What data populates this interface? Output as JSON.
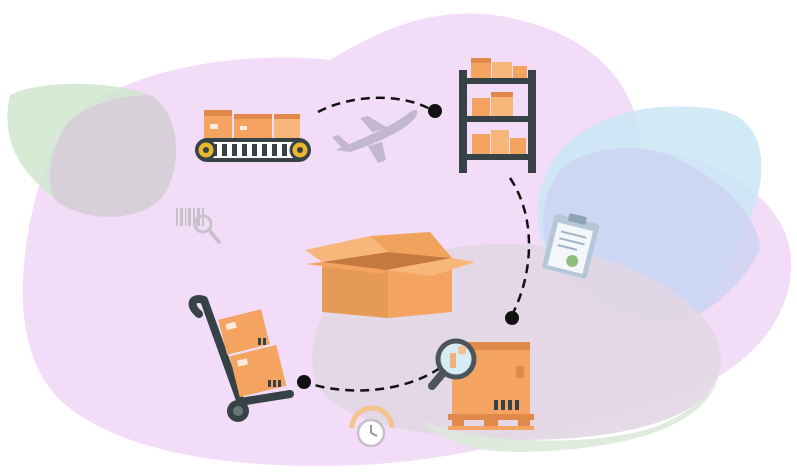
{
  "colors": {
    "background": "#ffffff",
    "blob_pink": "#f3dcf7",
    "blob_green": "#d6ecd6",
    "blob_blue": "#c9e6f4",
    "box_orange": "#f4a460",
    "box_dark": "#e0894a",
    "box_light": "#f7b77a",
    "frame_dark": "#374247",
    "wheel_grey": "#6b7478",
    "belt_yellow": "#e9b62c",
    "plane_grey": "#c3b6d2",
    "dash_line": "#111111",
    "clipboard": "#b6c8d8",
    "check_green": "#8fbf7a"
  },
  "illustration": {
    "stages": [
      {
        "id": "conveyor",
        "icon": "conveyor-belt-icon"
      },
      {
        "id": "shelf",
        "icon": "warehouse-shelf-icon"
      },
      {
        "id": "pallet",
        "icon": "pallet-box-icon"
      },
      {
        "id": "hand-truck",
        "icon": "hand-truck-icon"
      }
    ],
    "decorations": [
      "airplane-icon",
      "barcode-search-icon",
      "clipboard-check-icon",
      "stopwatch-icon",
      "magnifier-icon"
    ],
    "center": "open-box-icon"
  }
}
